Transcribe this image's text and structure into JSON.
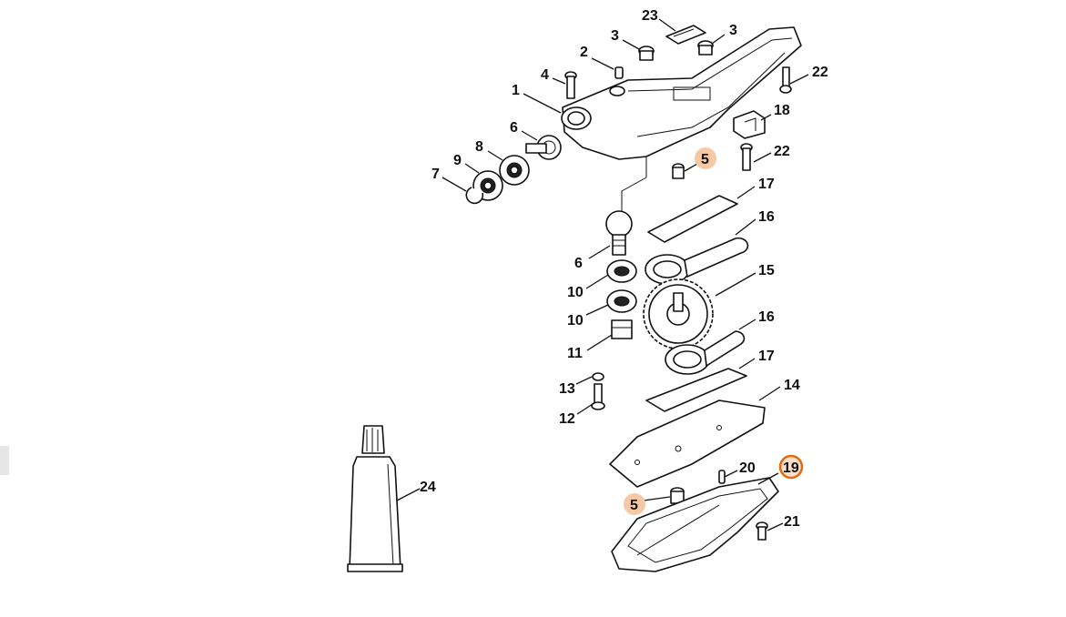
{
  "diagram": {
    "labels": [
      {
        "id": "p23",
        "text": "23"
      },
      {
        "id": "p3a",
        "text": "3"
      },
      {
        "id": "p3b",
        "text": "3"
      },
      {
        "id": "p2",
        "text": "2"
      },
      {
        "id": "p4",
        "text": "4"
      },
      {
        "id": "p22a",
        "text": "22"
      },
      {
        "id": "p1",
        "text": "1"
      },
      {
        "id": "p18",
        "text": "18"
      },
      {
        "id": "p6a",
        "text": "6"
      },
      {
        "id": "p8",
        "text": "8"
      },
      {
        "id": "p9",
        "text": "9"
      },
      {
        "id": "p7",
        "text": "7"
      },
      {
        "id": "p5a",
        "text": "5"
      },
      {
        "id": "p22b",
        "text": "22"
      },
      {
        "id": "p17a",
        "text": "17"
      },
      {
        "id": "p16a",
        "text": "16"
      },
      {
        "id": "p6b",
        "text": "6"
      },
      {
        "id": "p15",
        "text": "15"
      },
      {
        "id": "p10a",
        "text": "10"
      },
      {
        "id": "p10b",
        "text": "10"
      },
      {
        "id": "p16b",
        "text": "16"
      },
      {
        "id": "p11",
        "text": "11"
      },
      {
        "id": "p17b",
        "text": "17"
      },
      {
        "id": "p14",
        "text": "14"
      },
      {
        "id": "p13",
        "text": "13"
      },
      {
        "id": "p12",
        "text": "12"
      },
      {
        "id": "p24",
        "text": "24"
      },
      {
        "id": "p19",
        "text": "19"
      },
      {
        "id": "p20",
        "text": "20"
      },
      {
        "id": "p5b",
        "text": "5"
      },
      {
        "id": "p21",
        "text": "21"
      }
    ],
    "colors": {
      "highlight": "#f5c9a4",
      "selected_fill": "#fbe0cc",
      "selected_ring": "#e46a12",
      "line": "#111111"
    }
  }
}
